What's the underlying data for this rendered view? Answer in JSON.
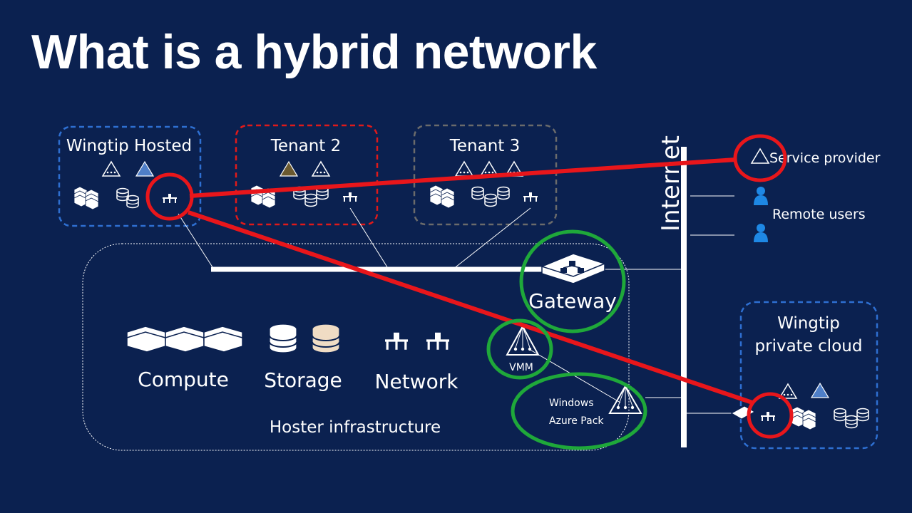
{
  "slide": {
    "title": "What is a hybrid network"
  },
  "tenants": [
    {
      "label": "Wingtip Hosted",
      "border_color": "#2e6fd1"
    },
    {
      "label": "Tenant 2",
      "border_color": "#e01a1a"
    },
    {
      "label": "Tenant 3",
      "border_color": "#6b6b6b"
    }
  ],
  "internet": {
    "label": "Internet"
  },
  "service_provider": {
    "label": "Service provider"
  },
  "remote_users": {
    "label": "Remote users"
  },
  "hoster": {
    "label": "Hoster infrastructure",
    "compute_label": "Compute",
    "storage_label": "Storage",
    "network_label": "Network",
    "gateway_label": "Gateway",
    "vmm_label": "VMM",
    "wap_label_line1": "Windows",
    "wap_label_line2": "Azure Pack"
  },
  "private_cloud": {
    "label_line1": "Wingtip",
    "label_line2": "private cloud",
    "border_color": "#2e6fd1"
  },
  "colors": {
    "background": "#0b2150",
    "highlight_red": "#e8161b",
    "highlight_green": "#1fa83a",
    "icon_white": "#ffffff",
    "user_blue": "#1e88e5",
    "storage_tan": "#f0dcc4"
  }
}
